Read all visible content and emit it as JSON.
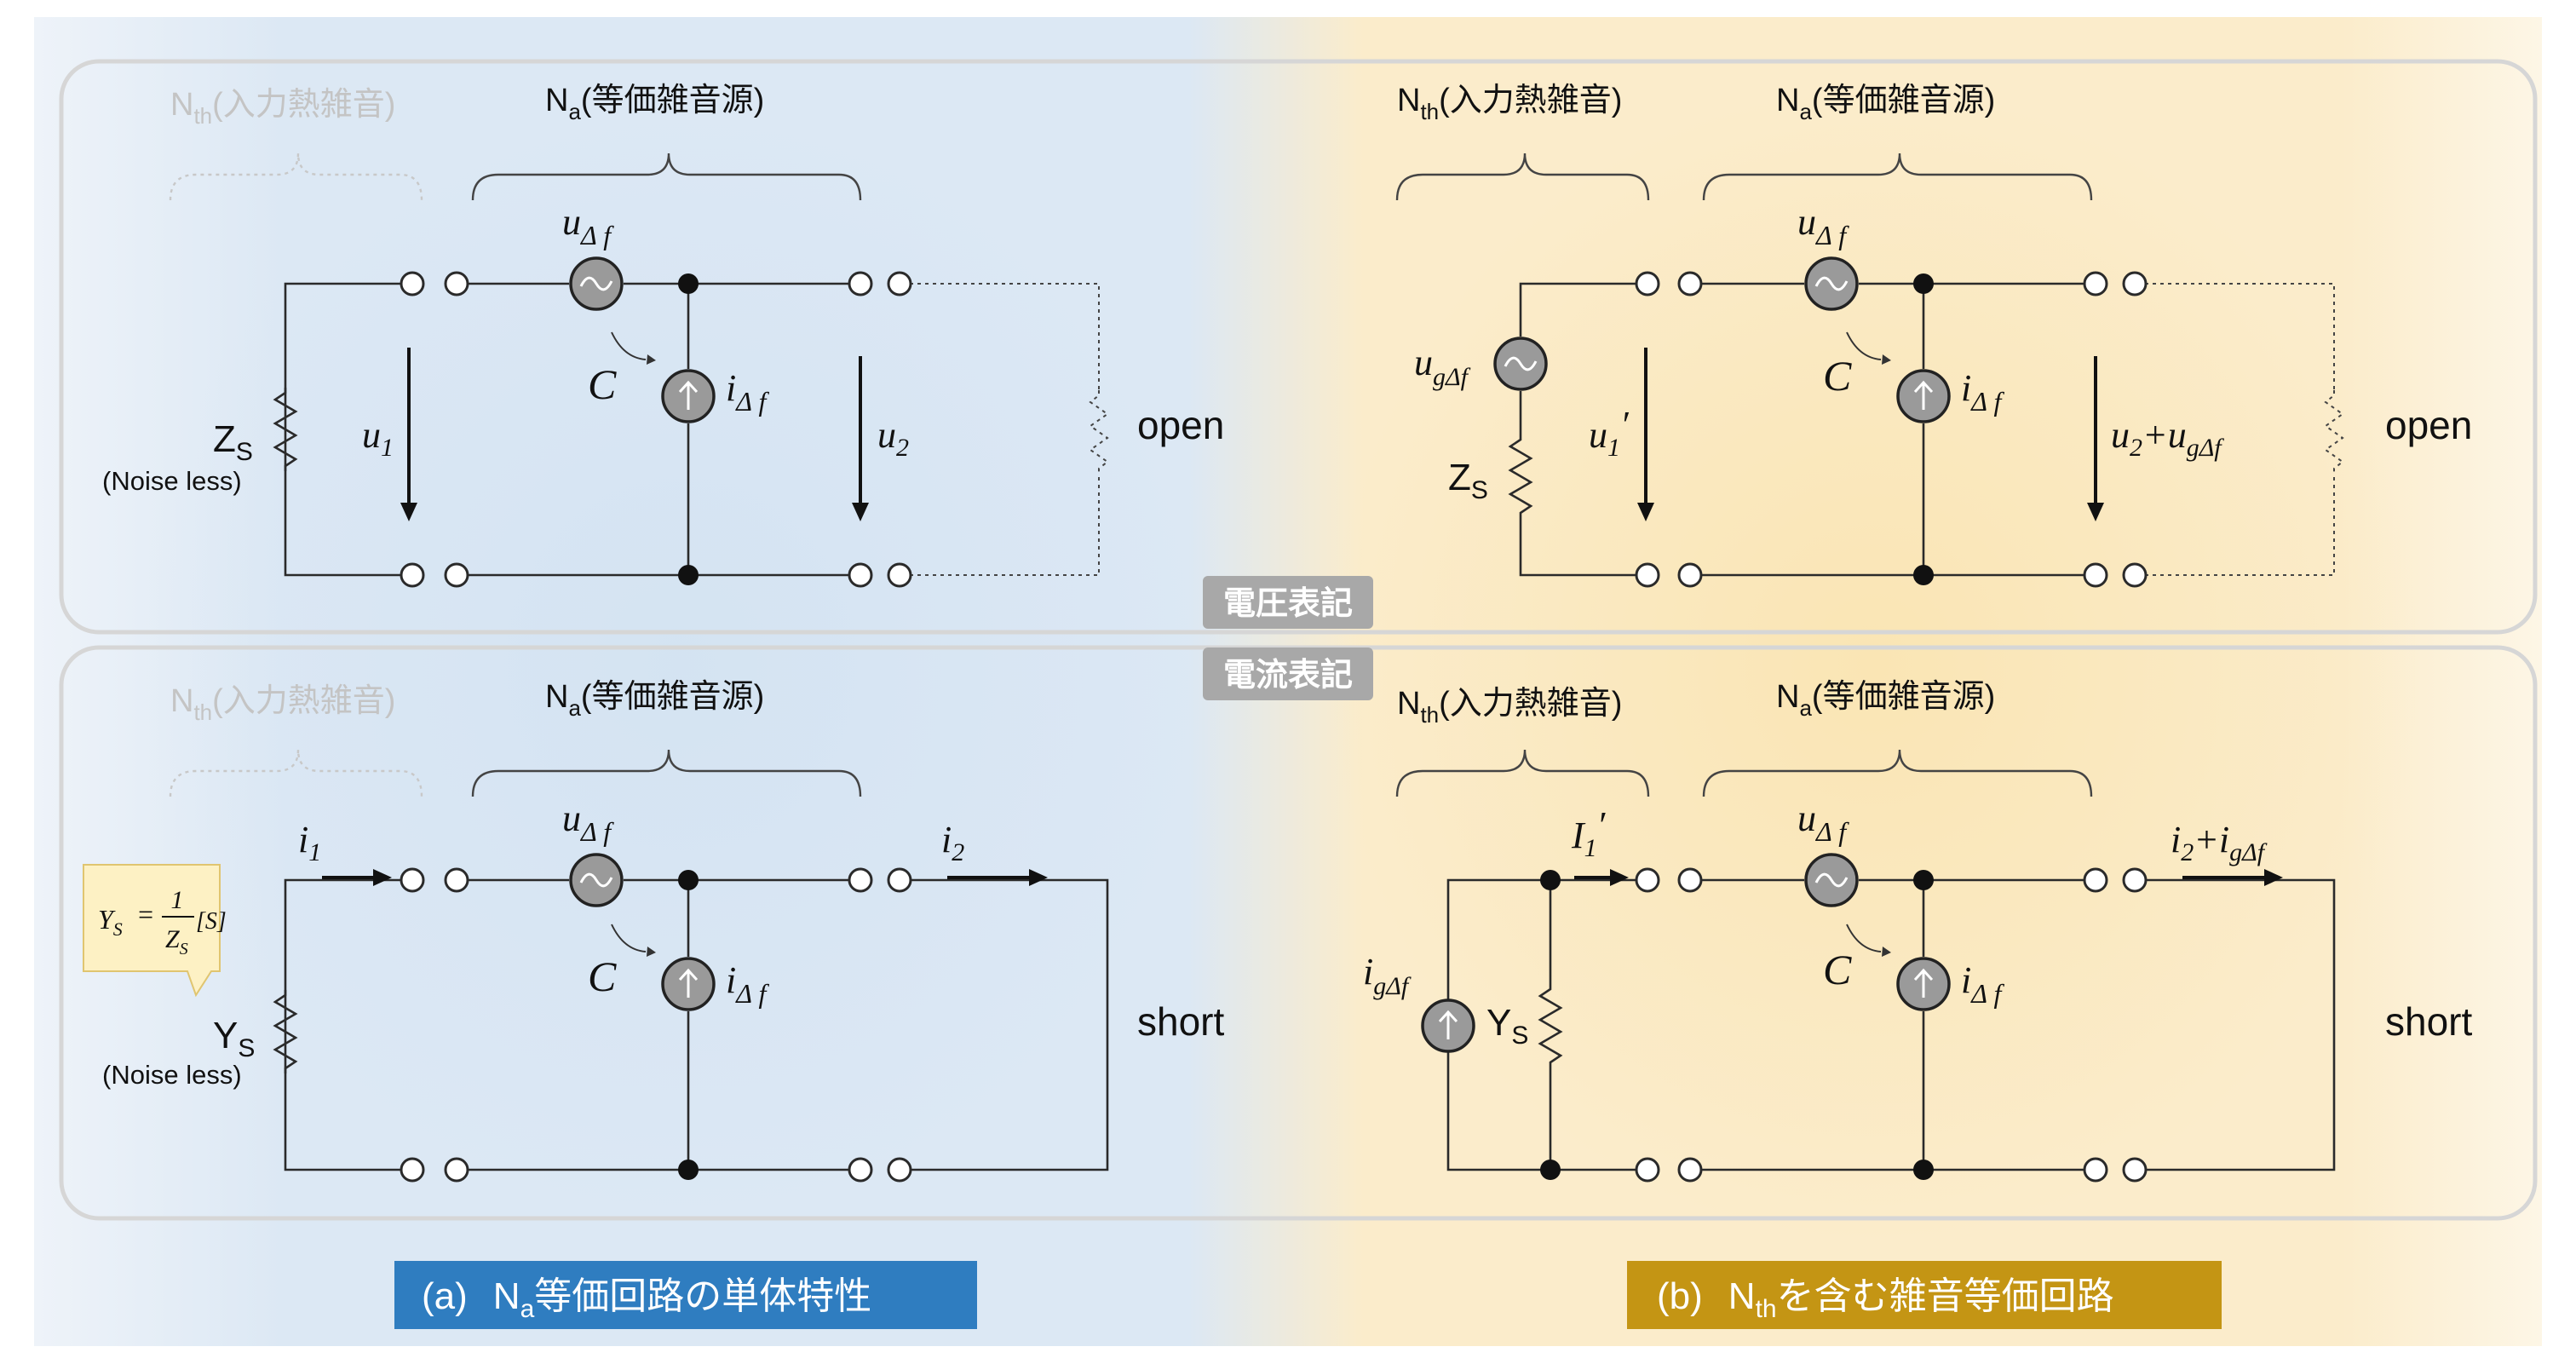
{
  "labels": {
    "nth": "N",
    "nth_sub": "th",
    "nth_text": "(入力熱雑音)",
    "na": "N",
    "na_sub": "a",
    "na_text": "(等価雑音源)",
    "open": "open",
    "short": "short",
    "zs": "Z",
    "zs_sub": "S",
    "ys": "Y",
    "ys_sub": "S",
    "noise_less": "(Noise less)",
    "c": "C",
    "u_df": "u",
    "u_df_sub": "Δ f",
    "i_df": "i",
    "i_df_sub": "Δ f",
    "u1": "u",
    "u1_sub": "1",
    "u1p_sub": "1",
    "u1p_prime": "′",
    "u2": "u",
    "u2_sub": "2",
    "u2_plus": "+u",
    "ug_sub": "gΔf",
    "ug": "u",
    "i1": "i",
    "i1_sub": "1",
    "i2": "i",
    "i2_sub": "2",
    "i2_plus": "+i",
    "ig": "i",
    "ig_sub": "gΔf",
    "I1p": "I",
    "I1p_sub": "1",
    "I1p_prime": "′"
  },
  "tags": {
    "voltage": "電圧表記",
    "current": "電流表記"
  },
  "formula": {
    "lhs": "Y",
    "lhs_sub": "S",
    "eq": "=",
    "num": "1",
    "den": "Z",
    "den_sub": "S",
    "unit": "[S]"
  },
  "captions": {
    "a_prefix": "(a)",
    "a_n": "N",
    "a_sub": "a",
    "a_text": "等価回路の単体特性",
    "b_prefix": "(b)",
    "b_n": "N",
    "b_sub": "th",
    "b_text": "を含む雑音等価回路"
  },
  "colors": {
    "left_bg": "#dbe8f5",
    "right_bg": "#fbecc6",
    "caption_a": "#2f7dc0",
    "caption_b": "#c49514"
  }
}
